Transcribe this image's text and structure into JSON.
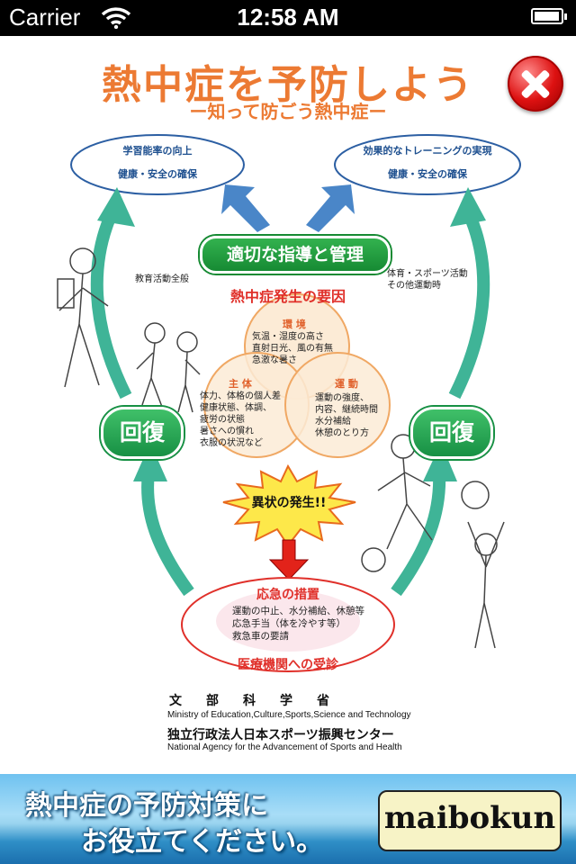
{
  "status_bar": {
    "carrier": "Carrier",
    "time": "12:58 AM",
    "battery_level": 0.95
  },
  "poster": {
    "title": "熱中症を予防しよう",
    "subtitle": "ー知って防ごう熱中症ー",
    "goal_left": [
      "学習能率の向上",
      "健康・安全の確保"
    ],
    "goal_right": [
      "効果的なトレーニングの実現",
      "健康・安全の確保"
    ],
    "note_left": "教育活動全般",
    "note_right": [
      "体育・スポーツ活動",
      "その他運動時"
    ],
    "guidance": "適切な指導と管理",
    "factors_title": "熱中症発生の要因",
    "environment": {
      "label": "環 境",
      "items": [
        "気温・湿度の高さ",
        "直射日光、風の有無",
        "急激な暑さ"
      ]
    },
    "subject": {
      "label": "主 体",
      "items": [
        "体力、体格の個人差",
        "健康状態、体調、",
        "疲労の状態",
        "暑さへの慣れ",
        "衣服の状況など"
      ]
    },
    "exercise": {
      "label": "運 動",
      "items": [
        "運動の強度、",
        "内容、継続時間",
        "水分補給",
        "休憩のとり方"
      ]
    },
    "recovery": "回復",
    "abnormal": "異状の発生!!",
    "emergency_title": "応急の措置",
    "emergency_items": [
      "運動の中止、水分補給、休憩等",
      "応急手当（体を冷やす等）",
      "救急車の要請"
    ],
    "hospital": "医療機関への受診",
    "org1_jp": "文部科学省",
    "org1_en": "Ministry of Education,Culture,Sports,Science and Technology",
    "org2_jp": "独立行政法人日本スポーツ振興センター",
    "org2_en": "National Agency for the Advancement of Sports and Health"
  },
  "banner": {
    "line1": "熱中症の予防対策に",
    "line2": "お役立てください。",
    "logo": "maibokun"
  },
  "colors": {
    "title": "#ec7a33",
    "green": "#179044",
    "red": "#e0302a",
    "blue_arrow": "#4a86c8"
  }
}
